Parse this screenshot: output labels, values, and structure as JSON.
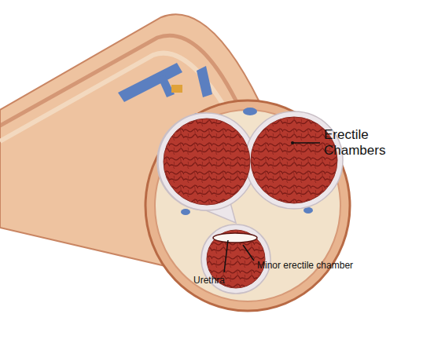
{
  "diagram": {
    "labels": [
      "Erectile Chambers",
      "Minor erectile chamber",
      "Urethra"
    ]
  }
}
